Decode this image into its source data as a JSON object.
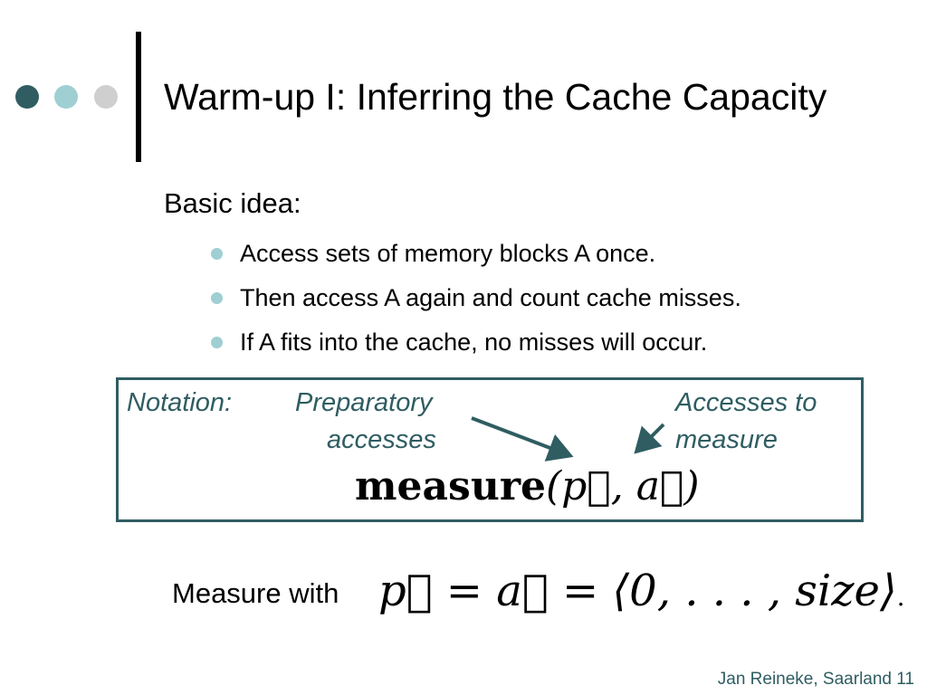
{
  "slide": {
    "title": "Warm-up I: Inferring the Cache Capacity",
    "basic_idea": "Basic idea:",
    "bullets": [
      "Access sets of memory blocks A once.",
      "Then access A again and count cache misses.",
      "If A fits into the cache, no misses will occur."
    ],
    "notation": {
      "label": "Notation:",
      "preparatory_line1": "Preparatory",
      "preparatory_line2": "accesses",
      "accesses_line1": "Accesses to",
      "accesses_line2": "measure",
      "formula_name": "measure",
      "formula_args": "(p⃗, a⃗)"
    },
    "measure_with": {
      "label": "Measure with",
      "equation": "p⃗ = a⃗ = ⟨0, . . . , size⟩",
      "trailing": "."
    },
    "footer": "Jan Reineke, Saarland 11"
  },
  "colors": {
    "accent": "#2f5d62",
    "accent_light": "#9fcfd3",
    "neutral_dot": "#cfcfcf"
  }
}
